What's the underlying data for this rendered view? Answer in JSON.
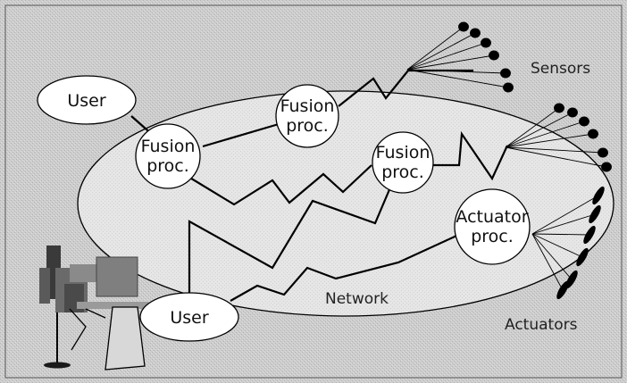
{
  "diagram": {
    "labels": {
      "user_top": "User",
      "user_bottom": "User",
      "fusion_left_line1": "Fusion",
      "fusion_left_line2": "proc.",
      "fusion_top_line1": "Fusion",
      "fusion_top_line2": "proc.",
      "fusion_center_line1": "Fusion",
      "fusion_center_line2": "proc.",
      "actuator_line1": "Actuator",
      "actuator_line2": "proc.",
      "network": "Network",
      "sensors": "Sensors",
      "actuators": "Actuators"
    },
    "colors": {
      "background": "#c9c9c9",
      "network_fill": "#e2e2e2",
      "node_fill": "#ffffff",
      "stroke": "#000000"
    }
  }
}
